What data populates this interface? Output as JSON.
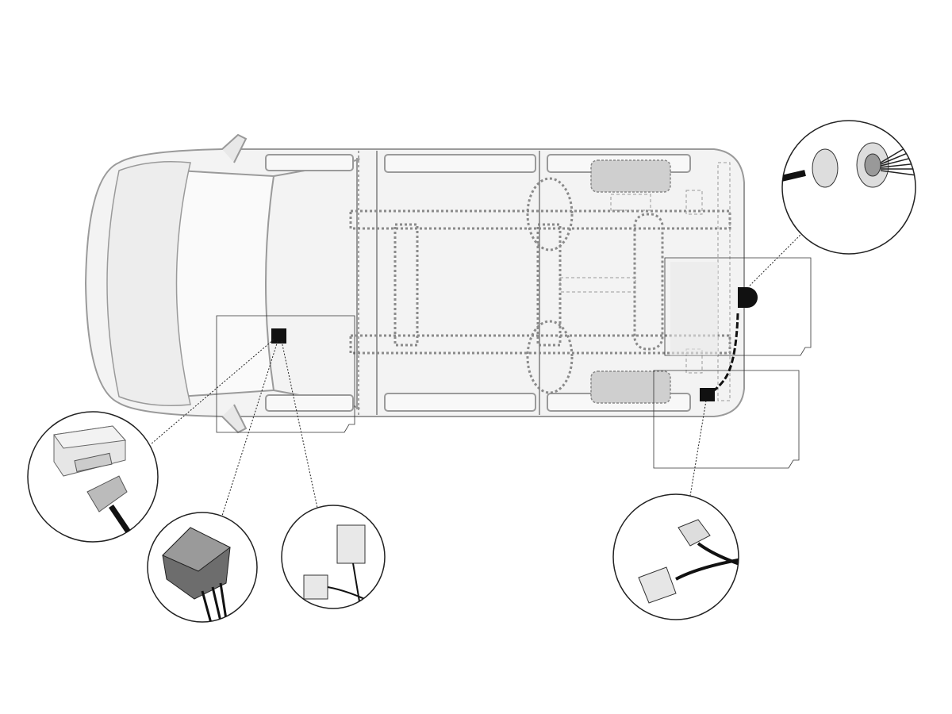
{
  "diagram": {
    "colors": {
      "body_fill": "#f2f2f2",
      "body_stroke": "#9a9a9a",
      "frame_dotted": "#8a8a8a",
      "mount_pad": "#cfcfcf",
      "harness": "#111111",
      "callout_stroke": "#222222"
    },
    "callouts": [
      {
        "name": "control-module-connector",
        "icon": "module-connector-icon"
      },
      {
        "name": "obd-style-connector",
        "icon": "plug-connector-icon"
      },
      {
        "name": "dashboard-plug-pair",
        "icon": "plug-pair-icon"
      },
      {
        "name": "rear-light-connector",
        "icon": "rear-connector-icon"
      },
      {
        "name": "trailer-socket-wires",
        "icon": "socket-wires-icon"
      }
    ]
  }
}
